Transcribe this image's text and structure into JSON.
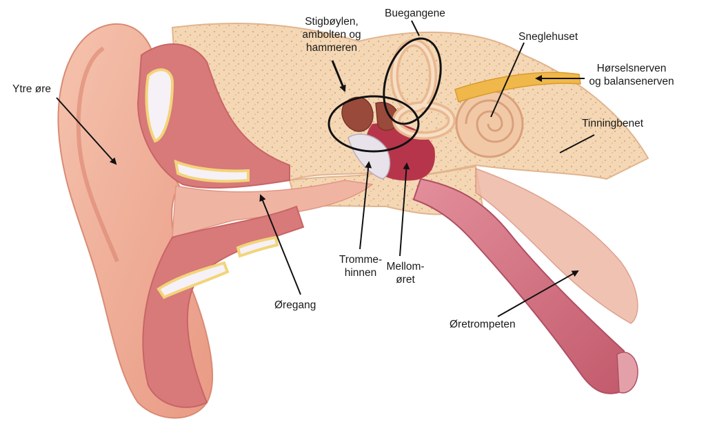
{
  "labels": {
    "ytre_ore": "Ytre øre",
    "stigboylen": [
      "Stigbøylen,",
      "ambolten og",
      "hammeren"
    ],
    "buegangene": "Buegangene",
    "sneglehuset": "Sneglehuset",
    "horselsnerven": [
      "Hørselsnerven",
      "og balansenerven"
    ],
    "tinningbenet": "Tinningbenet",
    "trommehinnen": [
      "Tromme-",
      "hinnen"
    ],
    "mellomoret": [
      "Mellom-",
      "øret"
    ],
    "oregang": "Øregang",
    "oretrompeten": "Øretrompeten"
  },
  "colors": {
    "skin": "#f1b29a",
    "skin_shadow": "#d97f68",
    "bone": "#f4d7b4",
    "bone_speckle": "#d9a77a",
    "muscle": "#d8797a",
    "cartilage": "#f6f1f6",
    "fat": "#f2d47a",
    "tube": "#cf6f80",
    "nerve": "#f0b84a",
    "cavity": "#b7354a",
    "ink": "#111111"
  }
}
